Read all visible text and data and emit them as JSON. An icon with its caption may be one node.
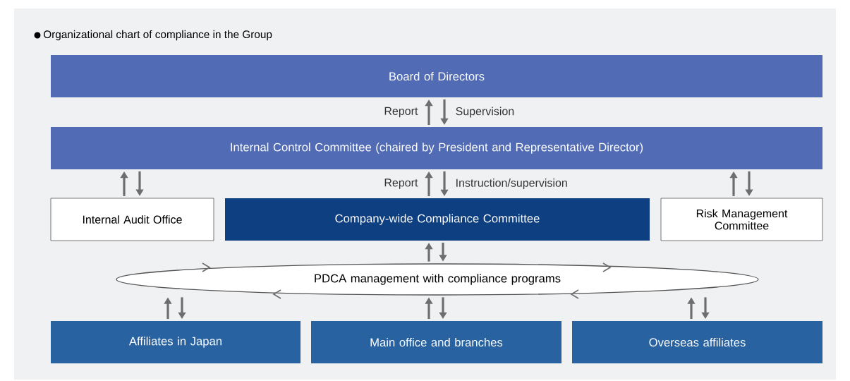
{
  "diagram": {
    "title": "Organizational chart of compliance in the Group",
    "nodes": [
      {
        "text": [
          "Board of Directors"
        ]
      },
      {
        "text": [
          "Internal Control Committee (chaired by President and Representative Director)"
        ]
      },
      {
        "text": [
          "Internal Audit Office"
        ]
      },
      {
        "text": [
          "Company-wide Compliance Committee"
        ]
      },
      {
        "text": [
          "Risk Management Committee"
        ]
      },
      {
        "text": [
          "PDCA management with compliance programs"
        ]
      },
      {
        "text": [
          "Affiliates in Japan"
        ]
      },
      {
        "text": [
          "Main office and branches"
        ]
      },
      {
        "text": [
          "Overseas affiliates"
        ]
      }
    ],
    "edges": [
      {
        "from": 1,
        "to": 0,
        "arrow": "to",
        "label": "Report"
      },
      {
        "from": 0,
        "to": 1,
        "arrow": "to",
        "label": "Supervision"
      },
      {
        "from": 2,
        "to": 1,
        "arrow": "to"
      },
      {
        "from": 1,
        "to": 2,
        "arrow": "to"
      },
      {
        "from": 3,
        "to": 1,
        "arrow": "to",
        "label": "Report"
      },
      {
        "from": 1,
        "to": 3,
        "arrow": "to",
        "label": "Instruction/supervision"
      },
      {
        "from": 4,
        "to": 1,
        "arrow": "to"
      },
      {
        "from": 1,
        "to": 4,
        "arrow": "to"
      },
      {
        "from": 5,
        "to": 3,
        "arrow": "to"
      },
      {
        "from": 3,
        "to": 5,
        "arrow": "to"
      },
      {
        "from": 6,
        "to": 5,
        "arrow": "to"
      },
      {
        "from": 5,
        "to": 6,
        "arrow": "to"
      },
      {
        "from": 7,
        "to": 5,
        "arrow": "to"
      },
      {
        "from": 5,
        "to": 7,
        "arrow": "to"
      },
      {
        "from": 8,
        "to": 5,
        "arrow": "to"
      },
      {
        "from": 5,
        "to": 8,
        "arrow": "to"
      }
    ]
  }
}
